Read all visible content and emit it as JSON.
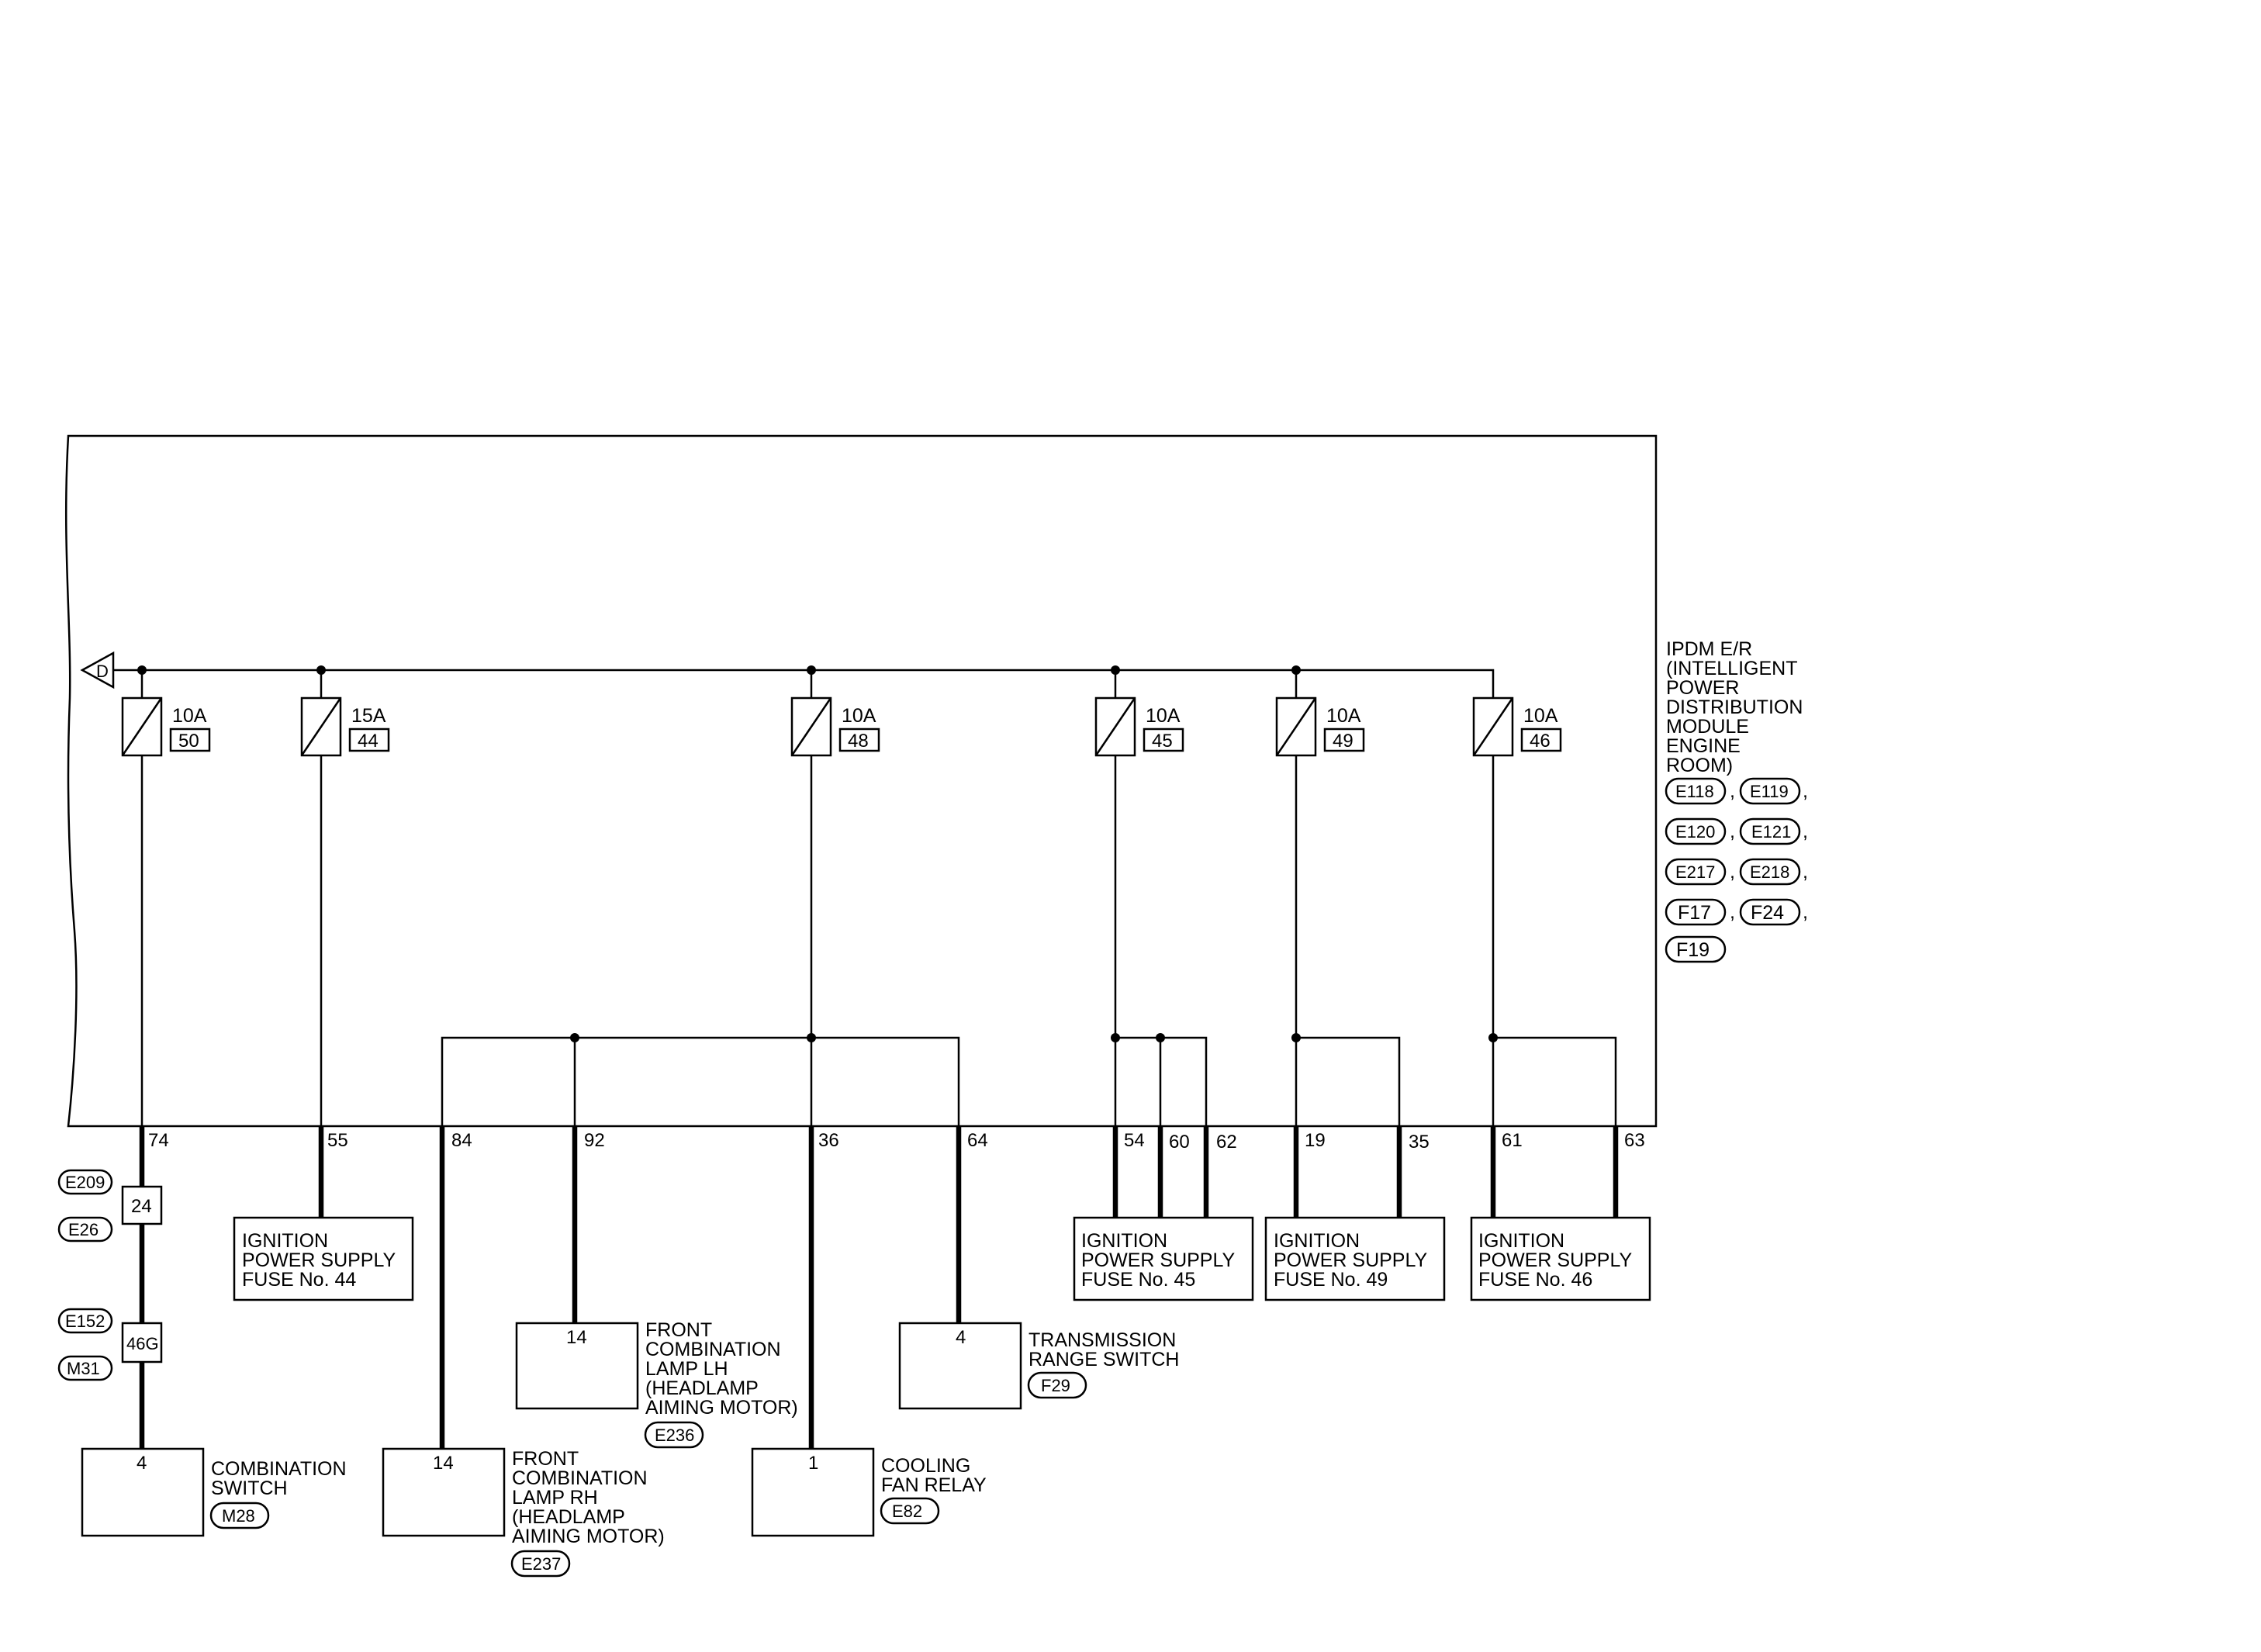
{
  "ipdm": {
    "name_lines": [
      "IPDM E/R",
      "(INTELLIGENT",
      "POWER",
      "DISTRIBUTION",
      "MODULE",
      "ENGINE",
      "ROOM)"
    ],
    "connectors": [
      "E118",
      "E119",
      "E120",
      "E121",
      "E217",
      "E218",
      "F17",
      "F24",
      "F19"
    ],
    "separator": ","
  },
  "bus_marker": "D",
  "fuses": [
    {
      "rating": "10A",
      "number": "50"
    },
    {
      "rating": "15A",
      "number": "44"
    },
    {
      "rating": "10A",
      "number": "48"
    },
    {
      "rating": "10A",
      "number": "45"
    },
    {
      "rating": "10A",
      "number": "49"
    },
    {
      "rating": "10A",
      "number": "46"
    }
  ],
  "terminals": [
    "74",
    "55",
    "84",
    "92",
    "36",
    "64",
    "54",
    "60",
    "62",
    "19",
    "35",
    "61",
    "63"
  ],
  "joints": [
    {
      "number": "24",
      "connectors": [
        "E209",
        "E26"
      ]
    },
    {
      "number": "46G",
      "connectors": [
        "E152",
        "M31"
      ]
    }
  ],
  "components": {
    "combination_switch": {
      "pin": "4",
      "lines": [
        "COMBINATION",
        "SWITCH"
      ],
      "connector": "M28"
    },
    "fuse44": {
      "lines": [
        "IGNITION",
        "POWER SUPPLY",
        "FUSE No. 44"
      ]
    },
    "lamp_rh": {
      "pin": "14",
      "lines": [
        "FRONT",
        "COMBINATION",
        "LAMP RH",
        "(HEADLAMP",
        "AIMING MOTOR)"
      ],
      "connector": "E237"
    },
    "lamp_lh": {
      "pin": "14",
      "lines": [
        "FRONT",
        "COMBINATION",
        "LAMP LH",
        "(HEADLAMP",
        "AIMING MOTOR)"
      ],
      "connector": "E236"
    },
    "cooling_fan": {
      "pin": "1",
      "lines": [
        "COOLING",
        "FAN RELAY"
      ],
      "connector": "E82"
    },
    "trans_switch": {
      "pin": "4",
      "lines": [
        "TRANSMISSION",
        "RANGE SWITCH"
      ],
      "connector": "F29"
    },
    "fuse45": {
      "lines": [
        "IGNITION",
        "POWER SUPPLY",
        "FUSE No. 45"
      ]
    },
    "fuse49": {
      "lines": [
        "IGNITION",
        "POWER SUPPLY",
        "FUSE No. 49"
      ]
    },
    "fuse46": {
      "lines": [
        "IGNITION",
        "POWER SUPPLY",
        "FUSE No. 46"
      ]
    }
  }
}
